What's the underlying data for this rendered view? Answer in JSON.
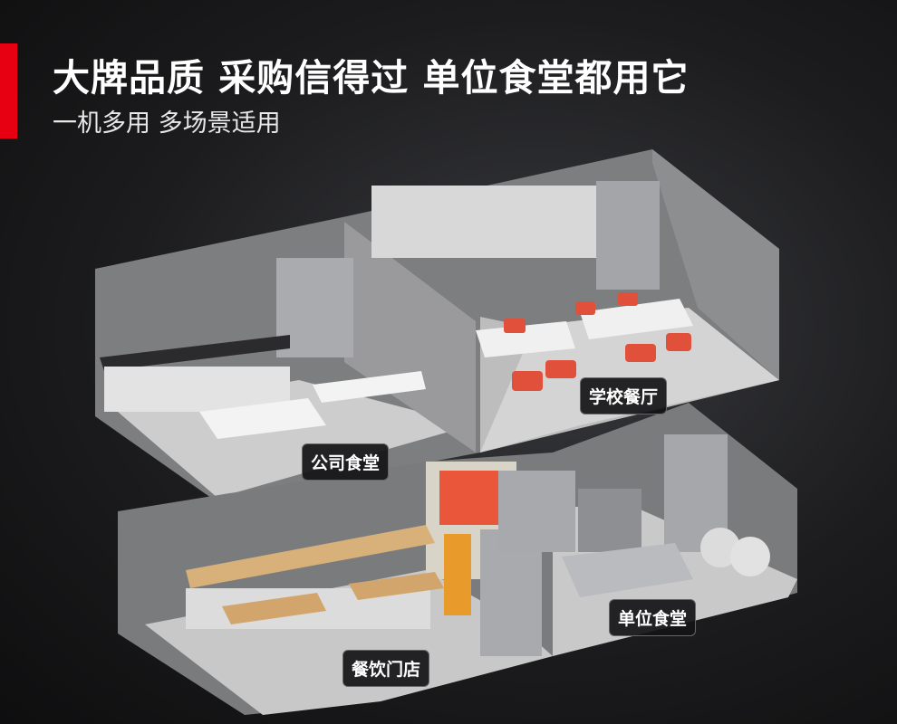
{
  "header": {
    "title": "大牌品质 采购信得过 单位食堂都用它",
    "subtitle": "一机多用 多场景适用"
  },
  "scenes": [
    {
      "label": "公司食堂"
    },
    {
      "label": "学校餐厅"
    },
    {
      "label": "单位食堂"
    },
    {
      "label": "餐饮门店"
    }
  ],
  "colors": {
    "accent": "#e60012",
    "chair_orange": "#e0503a",
    "wall": "#8a8a8a",
    "floor": "#cfcfcf"
  }
}
